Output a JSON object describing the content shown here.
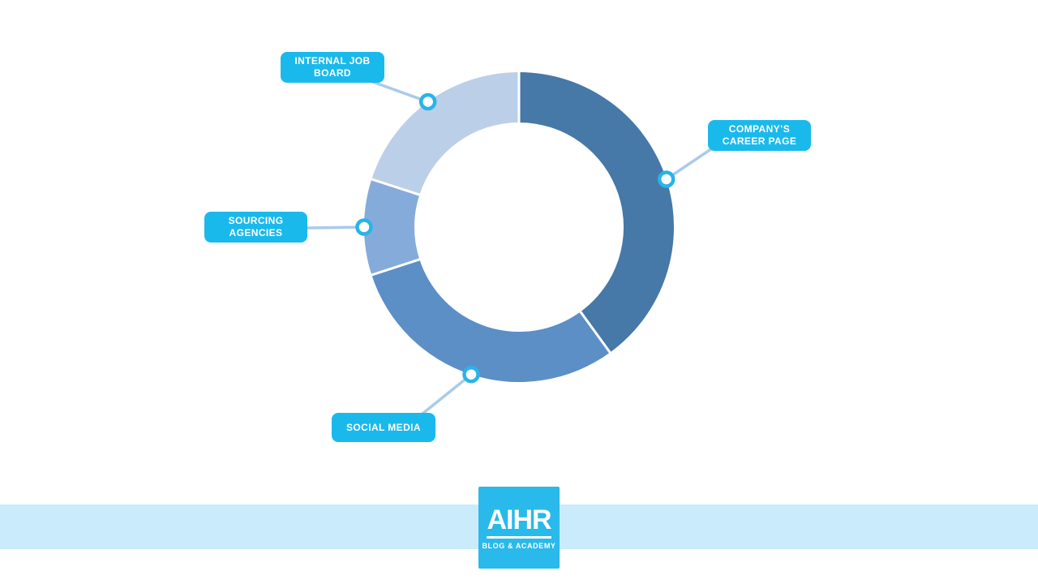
{
  "page": {
    "background": "#ffffff",
    "footer_band_color": "#c9ebfc"
  },
  "callout_style": {
    "background": "#1ab9ec",
    "text_color": "#ffffff"
  },
  "connector": {
    "color": "#a9cbea"
  },
  "marker": {
    "fill": "#ffffff",
    "stroke": "#29b4e9"
  },
  "logo": {
    "title": "AIHR",
    "subtitle": "BLOG & ACADEMY",
    "background": "#29b9ea",
    "text_color": "#ffffff"
  },
  "chart_data": {
    "type": "pie",
    "subtype": "donut",
    "title": "",
    "start_angle_deg": 0,
    "direction": "clockwise",
    "legend_position": "callout-labels",
    "note": "no numeric labels shown; values are percentages estimated from arc angles",
    "series": [
      {
        "name": "COMPANY’S CAREER PAGE",
        "value": 40,
        "color": "#4678a8"
      },
      {
        "name": "SOCIAL MEDIA",
        "value": 30,
        "color": "#5b8fc6"
      },
      {
        "name": "SOURCING AGENCIES",
        "value": 10,
        "color": "#85abda"
      },
      {
        "name": "INTERNAL JOB BOARD",
        "value": 20,
        "color": "#bccfe9"
      }
    ]
  }
}
